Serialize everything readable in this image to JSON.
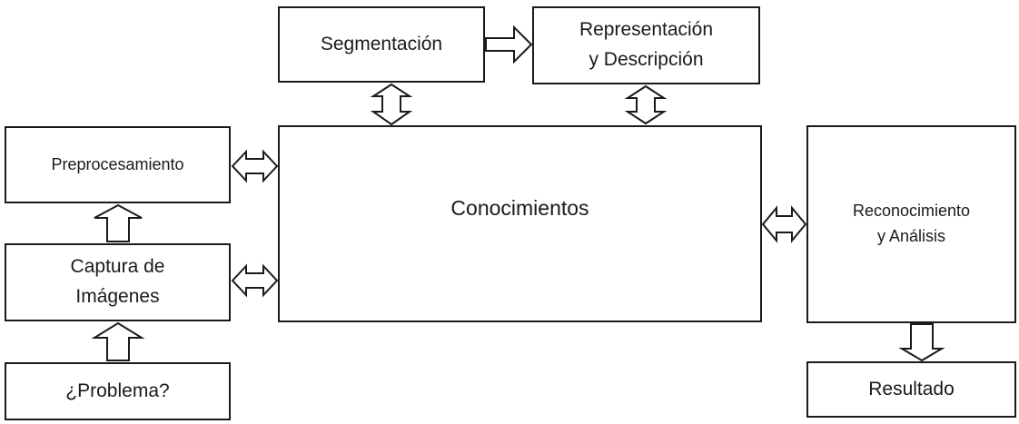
{
  "diagram": {
    "boxes": {
      "segmentacion": {
        "lines": [
          "Segmentación"
        ]
      },
      "representacion": {
        "lines": [
          "Representación",
          "y Descripción"
        ]
      },
      "preprocesamiento": {
        "lines": [
          "Preprocesamiento"
        ]
      },
      "conocimientos": {
        "lines": [
          "Conocimientos"
        ]
      },
      "reconocimiento": {
        "lines": [
          "Reconocimiento",
          "y Análisis"
        ]
      },
      "captura": {
        "lines": [
          "Captura de",
          "Imágenes"
        ]
      },
      "problema": {
        "lines": [
          "¿Problema?"
        ]
      },
      "resultado": {
        "lines": [
          "Resultado"
        ]
      }
    },
    "connections": [
      {
        "from": "problema",
        "to": "captura",
        "kind": "single"
      },
      {
        "from": "captura",
        "to": "preprocesamiento",
        "kind": "single"
      },
      {
        "from": "segmentacion",
        "to": "representacion",
        "kind": "single"
      },
      {
        "from": "reconocimiento",
        "to": "resultado",
        "kind": "single"
      },
      {
        "from": "preprocesamiento",
        "to": "conocimientos",
        "kind": "double"
      },
      {
        "from": "captura",
        "to": "conocimientos",
        "kind": "double"
      },
      {
        "from": "segmentacion",
        "to": "conocimientos",
        "kind": "double"
      },
      {
        "from": "representacion",
        "to": "conocimientos",
        "kind": "double"
      },
      {
        "from": "conocimientos",
        "to": "reconocimiento",
        "kind": "double"
      }
    ],
    "colors": {
      "stroke": "#1a1a1a",
      "fill": "#ffffff",
      "text": "#1a1a1a"
    }
  }
}
